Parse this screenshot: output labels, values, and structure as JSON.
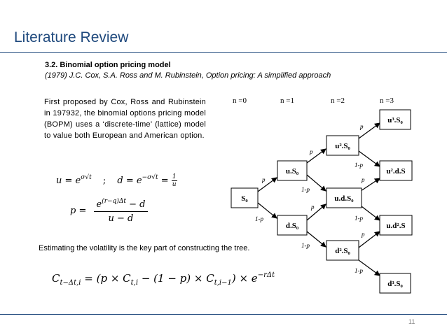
{
  "slide": {
    "title": "Literature Review",
    "page_number": "11"
  },
  "section": {
    "heading": "3.2.  Binomial option pricing model",
    "reference": "(1979) J.C. Cox, S.A. Ross and M. Rubinstein, Option pricing: A simplified approach"
  },
  "body": {
    "paragraph": "First proposed by Cox, Ross and Rubinstein in 197932, the binomial options pricing model (BOPM) uses a ‘discrete-time’ (lattice) model to value both European and American option.",
    "note": "Estimating the volatility is the key part of constructing the tree."
  },
  "equations": {
    "u_lhs": "u = e",
    "u_exp": "σ√t",
    "separator": ";",
    "d_lhs": "d = e",
    "d_exp": "−σ√t",
    "d_eq": " = ",
    "d_frac_num": "1",
    "d_frac_den": "u",
    "p_lhs": "p =",
    "p_num_base": "e",
    "p_num_exp": "(r−q)Δt",
    "p_num_tail": " − d",
    "p_den": "u − d",
    "c_lhs": "C",
    "c_lhs_sub": "t−Δt,i",
    "c_eq": " = ",
    "c_open": "(p × C",
    "c_sub1": "t,i",
    "c_mid": " − (1 − p) × C",
    "c_sub2": "t,i−1",
    "c_close": ") × e",
    "c_exp": "−rΔt"
  },
  "tree": {
    "headers": [
      "n =0",
      "n =1",
      "n =2",
      "n =3"
    ],
    "nodes": {
      "s0": "S₀",
      "us": "u.S₀",
      "ds": "d.S₀",
      "u2s": "u².S₀",
      "uds": "u.d.S₀",
      "d2s": "d².S₀",
      "u3s": "u³.S₀",
      "u2ds": "u².d.S",
      "ud2s": "u.d².S",
      "d3s": "d³.S₀"
    },
    "up_label": "p",
    "down_label": "1-p"
  }
}
